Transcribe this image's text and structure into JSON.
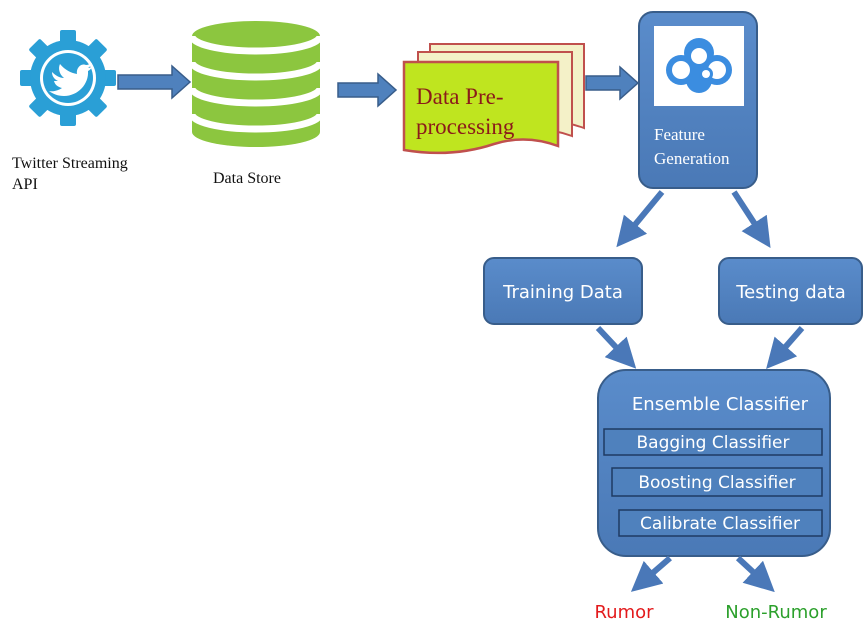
{
  "nodes": {
    "twitter_api": {
      "label_line1": "Twitter Streaming",
      "label_line2": "API"
    },
    "data_store": {
      "label": "Data Store"
    },
    "preprocessing": {
      "label_line1": "Data Pre-",
      "label_line2": "processing"
    },
    "feature_generation": {
      "label_line1": "Feature",
      "label_line2": "Generation"
    },
    "training_data": {
      "label": "Training Data"
    },
    "testing_data": {
      "label": "Testing data"
    },
    "ensemble": {
      "label": "Ensemble Classifier",
      "sub": [
        "Bagging Classifier",
        "Boosting Classifier",
        "Calibrate Classifier"
      ]
    },
    "outputs": {
      "rumor": "Rumor",
      "non_rumor": "Non-Rumor"
    }
  },
  "colors": {
    "box_fill": "#4f81bd",
    "box_stroke": "#385d8a",
    "arrow": "#4a78b8",
    "twitter_gear": "#2a9fd6",
    "database": "#8cc63f",
    "preprocessing_fill": "#bfe51f",
    "preprocessing_back": "#f4f1c8",
    "preprocessing_stroke": "#c0504d",
    "preprocessing_text": "#8b1a1a",
    "rumor": "#e31a1c",
    "non_rumor": "#2ca02c"
  },
  "icons": {
    "twitter": "twitter-gear-icon",
    "database": "database-icon",
    "documents": "document-stack-icon",
    "feature_logo": "cloud-flower-icon"
  }
}
